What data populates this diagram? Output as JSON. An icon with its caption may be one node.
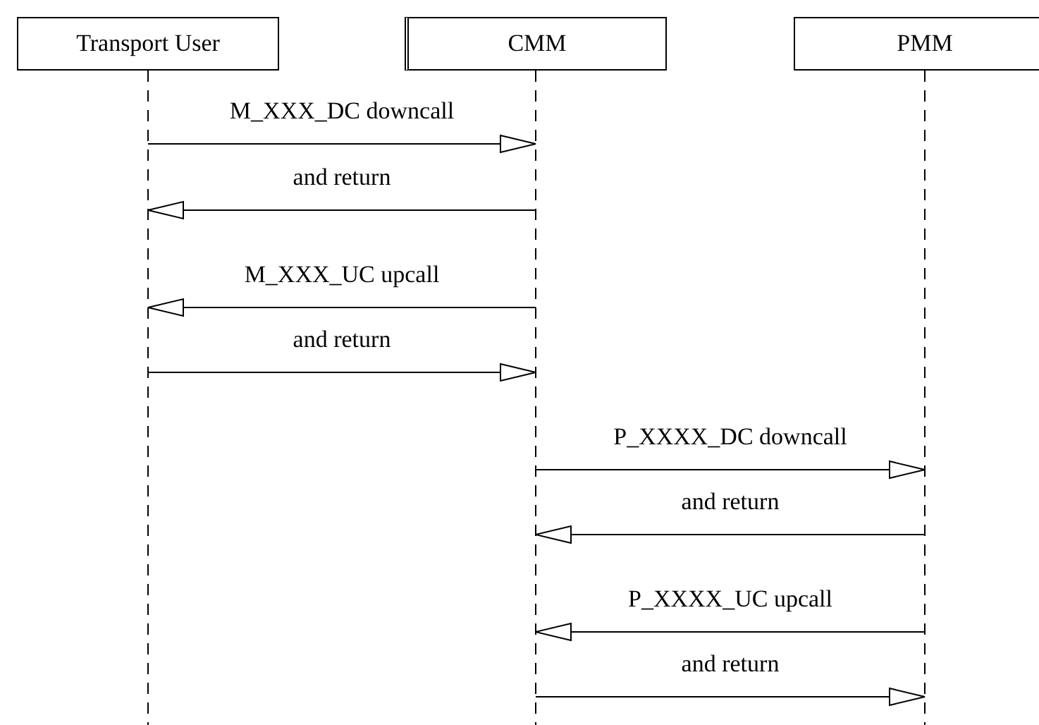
{
  "diagram": {
    "nodes": [
      {
        "text": [
          "Transport User"
        ]
      },
      {
        "text": [
          "CMM"
        ]
      },
      {
        "text": [
          "PMM"
        ]
      }
    ],
    "edges": [
      {
        "from": 0,
        "to": 1,
        "arrow": "to",
        "label": "M_XXX_DC downcall"
      },
      {
        "from": 1,
        "to": 0,
        "arrow": "to",
        "label": "and return"
      },
      {
        "from": 1,
        "to": 0,
        "arrow": "to",
        "label": "M_XXX_UC upcall"
      },
      {
        "from": 0,
        "to": 1,
        "arrow": "to",
        "label": "and return"
      },
      {
        "from": 1,
        "to": 2,
        "arrow": "to",
        "label": "P_XXXX_DC downcall"
      },
      {
        "from": 2,
        "to": 1,
        "arrow": "to",
        "label": "and return"
      },
      {
        "from": 2,
        "to": 1,
        "arrow": "to",
        "label": "P_XXXX_UC upcall"
      },
      {
        "from": 1,
        "to": 2,
        "arrow": "to",
        "label": "and return"
      }
    ]
  }
}
